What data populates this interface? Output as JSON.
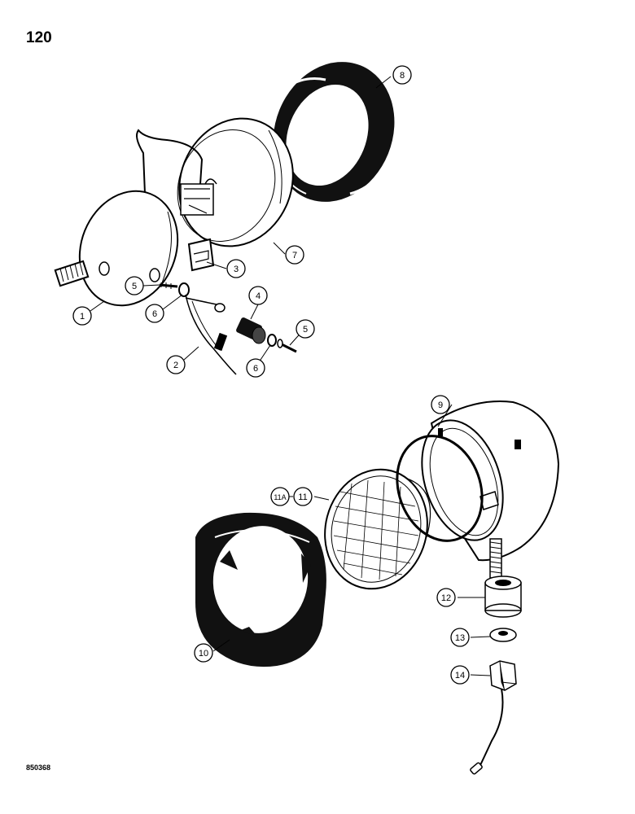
{
  "page": {
    "number": "120",
    "figure_code": "850368"
  },
  "callouts": [
    {
      "id": "c1",
      "label": "1"
    },
    {
      "id": "c2",
      "label": "2"
    },
    {
      "id": "c3",
      "label": "3"
    },
    {
      "id": "c4",
      "label": "4"
    },
    {
      "id": "c5a",
      "label": "5"
    },
    {
      "id": "c5b",
      "label": "5"
    },
    {
      "id": "c6a",
      "label": "6"
    },
    {
      "id": "c6b",
      "label": "6"
    },
    {
      "id": "c7",
      "label": "7"
    },
    {
      "id": "c8",
      "label": "8"
    },
    {
      "id": "c9",
      "label": "9"
    },
    {
      "id": "c10",
      "label": "10"
    },
    {
      "id": "c11",
      "label": "11"
    },
    {
      "id": "c11a",
      "label": "11A"
    },
    {
      "id": "c12",
      "label": "12"
    },
    {
      "id": "c13",
      "label": "13"
    },
    {
      "id": "c14",
      "label": "14"
    }
  ]
}
